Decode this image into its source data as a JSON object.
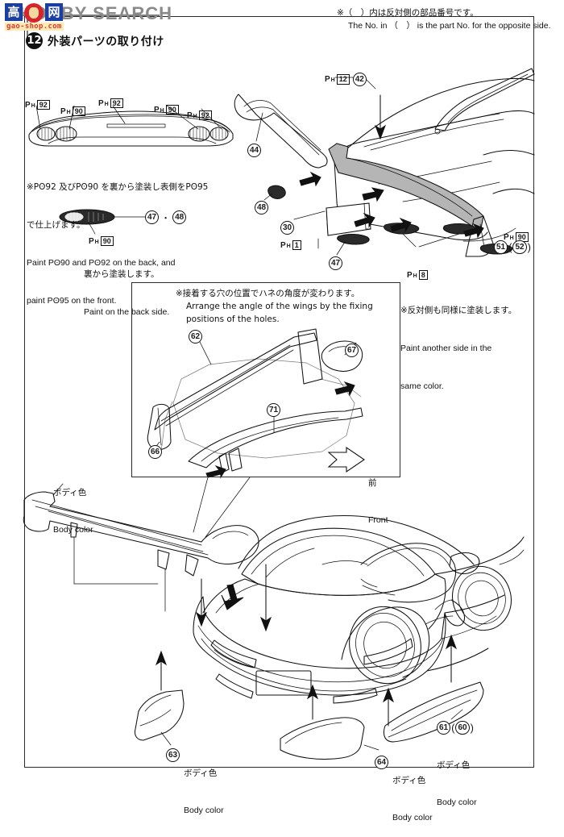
{
  "document": {
    "type": "model-kit-instruction-sheet",
    "subject": "Mazda RX-7 (FD3S) exterior aero parts"
  },
  "watermark": {
    "brand_text": "HOBBY SEARCH",
    "cn_chars": [
      "高",
      "网"
    ],
    "url": "gao-shop.com"
  },
  "header": {
    "step_number": "12",
    "step_title": "外装パーツの取り付け",
    "opposite_note_jp": "※（　）内は反対側の部品番号です。",
    "opposite_note_en": "The No. in （　） is the part No. for the opposite side."
  },
  "rear_wing_detail": {
    "tags_top": [
      {
        "code": "PH",
        "num": "92"
      },
      {
        "code": "PH",
        "num": "90"
      },
      {
        "code": "PH",
        "num": "92"
      },
      {
        "code": "PH",
        "num": "90"
      },
      {
        "code": "PH",
        "num": "92"
      }
    ],
    "paint_note_jp_line1": "※Pʘ92 及びPʘ90 を裏から塗装し表側をPʘ95",
    "paint_note_jp_line2": "で仕上げます。",
    "paint_note_en_line1": "Paint Pʘ90 and Pʘ92 on the back, and",
    "paint_note_en_line2": "paint Pʘ95 on the front.",
    "small_part": {
      "tag": {
        "code": "PH",
        "num": "90"
      },
      "numbers": [
        "47",
        "48"
      ],
      "separator": "・",
      "note_jp": "裏から塗装します。",
      "note_en": "Paint on the back side."
    }
  },
  "rear_assembly": {
    "callouts": [
      {
        "id": "ph12-42",
        "tag": {
          "code": "PH",
          "num": "12"
        },
        "number": "42"
      },
      {
        "id": "c44",
        "number": "44"
      },
      {
        "id": "c48",
        "number": "48"
      },
      {
        "id": "c30",
        "number": "30",
        "tag": {
          "code": "PH",
          "num": "1"
        }
      },
      {
        "id": "c47",
        "number": "47"
      },
      {
        "id": "ph8",
        "tag": {
          "code": "PH",
          "num": "8"
        }
      },
      {
        "id": "c51-52",
        "tag": {
          "code": "PH",
          "num": "90"
        },
        "number": "51",
        "opposite": "52"
      }
    ],
    "note_jp": "※反対側も同様に塗装します。",
    "note_en_line1": "Paint another side in the",
    "note_en_line2": "same color."
  },
  "wing_angle_box": {
    "note_jp": "※接着する穴の位置でハネの角度が変わります。",
    "note_en_line1": "Arrange the angle of the wings by the fixing",
    "note_en_line2": "positions of the holes.",
    "numbers": [
      "62",
      "67",
      "71",
      "66"
    ],
    "direction_jp": "前",
    "direction_en": "Front"
  },
  "car_assembly": {
    "body_color_jp": "ボディ色",
    "body_color_en": "Body color",
    "labels": [
      {
        "id": "wing-top",
        "number": null,
        "jp": "ボディ色",
        "en": "Body color"
      },
      {
        "id": "rear-left-skirt",
        "number": "63",
        "jp": "ボディ色",
        "en": "Body color"
      },
      {
        "id": "rear-center-skirt",
        "number": "64",
        "jp": "ボディ色",
        "en": "Body color"
      },
      {
        "id": "side-skirt",
        "number": "61",
        "opposite": "60",
        "jp": "ボディ色",
        "en": "Body color"
      }
    ]
  },
  "colors": {
    "ink": "#111111",
    "shade": "#b5b5b5",
    "border": "#2b2b2b",
    "watermark_blue": "#1b3fa0",
    "watermark_red": "#d8232a"
  }
}
